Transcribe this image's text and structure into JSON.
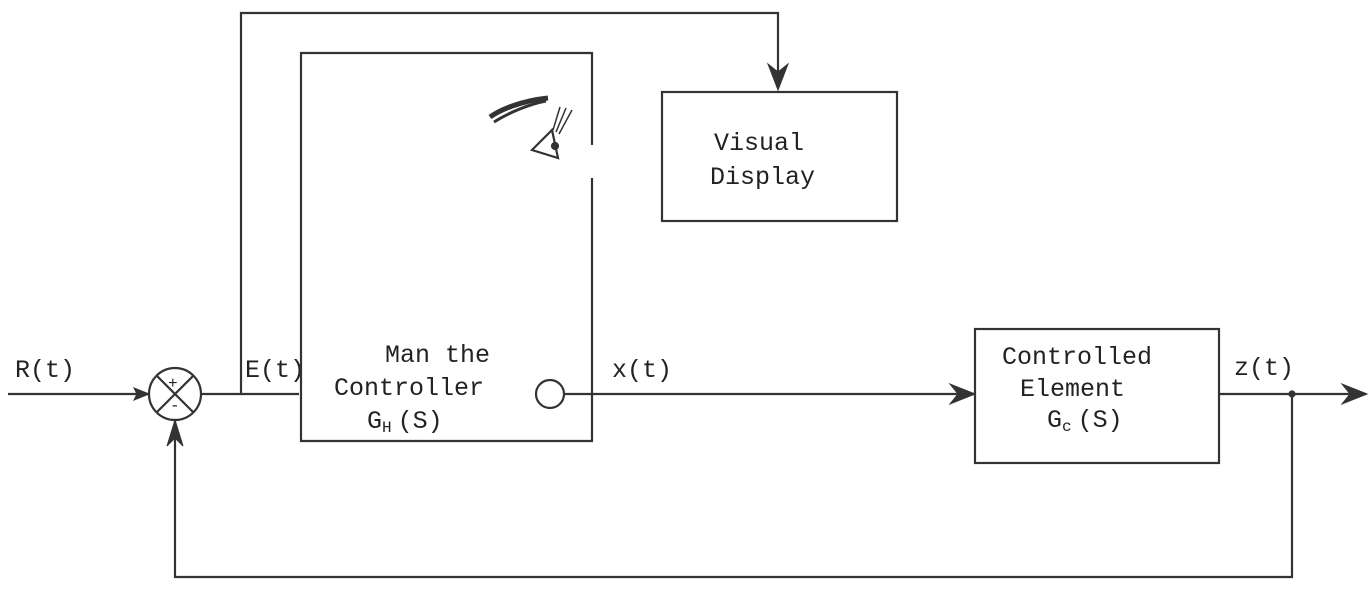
{
  "signals": {
    "reference": "R(t)",
    "error": "E(t)",
    "control": "x(t)",
    "output": "z(t)"
  },
  "summing_junction": {
    "plus_sign": "+",
    "minus_sign": "-"
  },
  "blocks": {
    "human": {
      "line1": "Man the",
      "line2": "Controller",
      "tf_main": "G",
      "tf_sub": "H",
      "tf_arg": "(S)"
    },
    "display": {
      "line1": "Visual",
      "line2": "Display"
    },
    "plant": {
      "line1": "Controlled",
      "line2": "Element",
      "tf_main": "G",
      "tf_sub": "c",
      "tf_arg": "(S)"
    }
  },
  "icons": [
    "eye-icon",
    "joystick-icon"
  ]
}
